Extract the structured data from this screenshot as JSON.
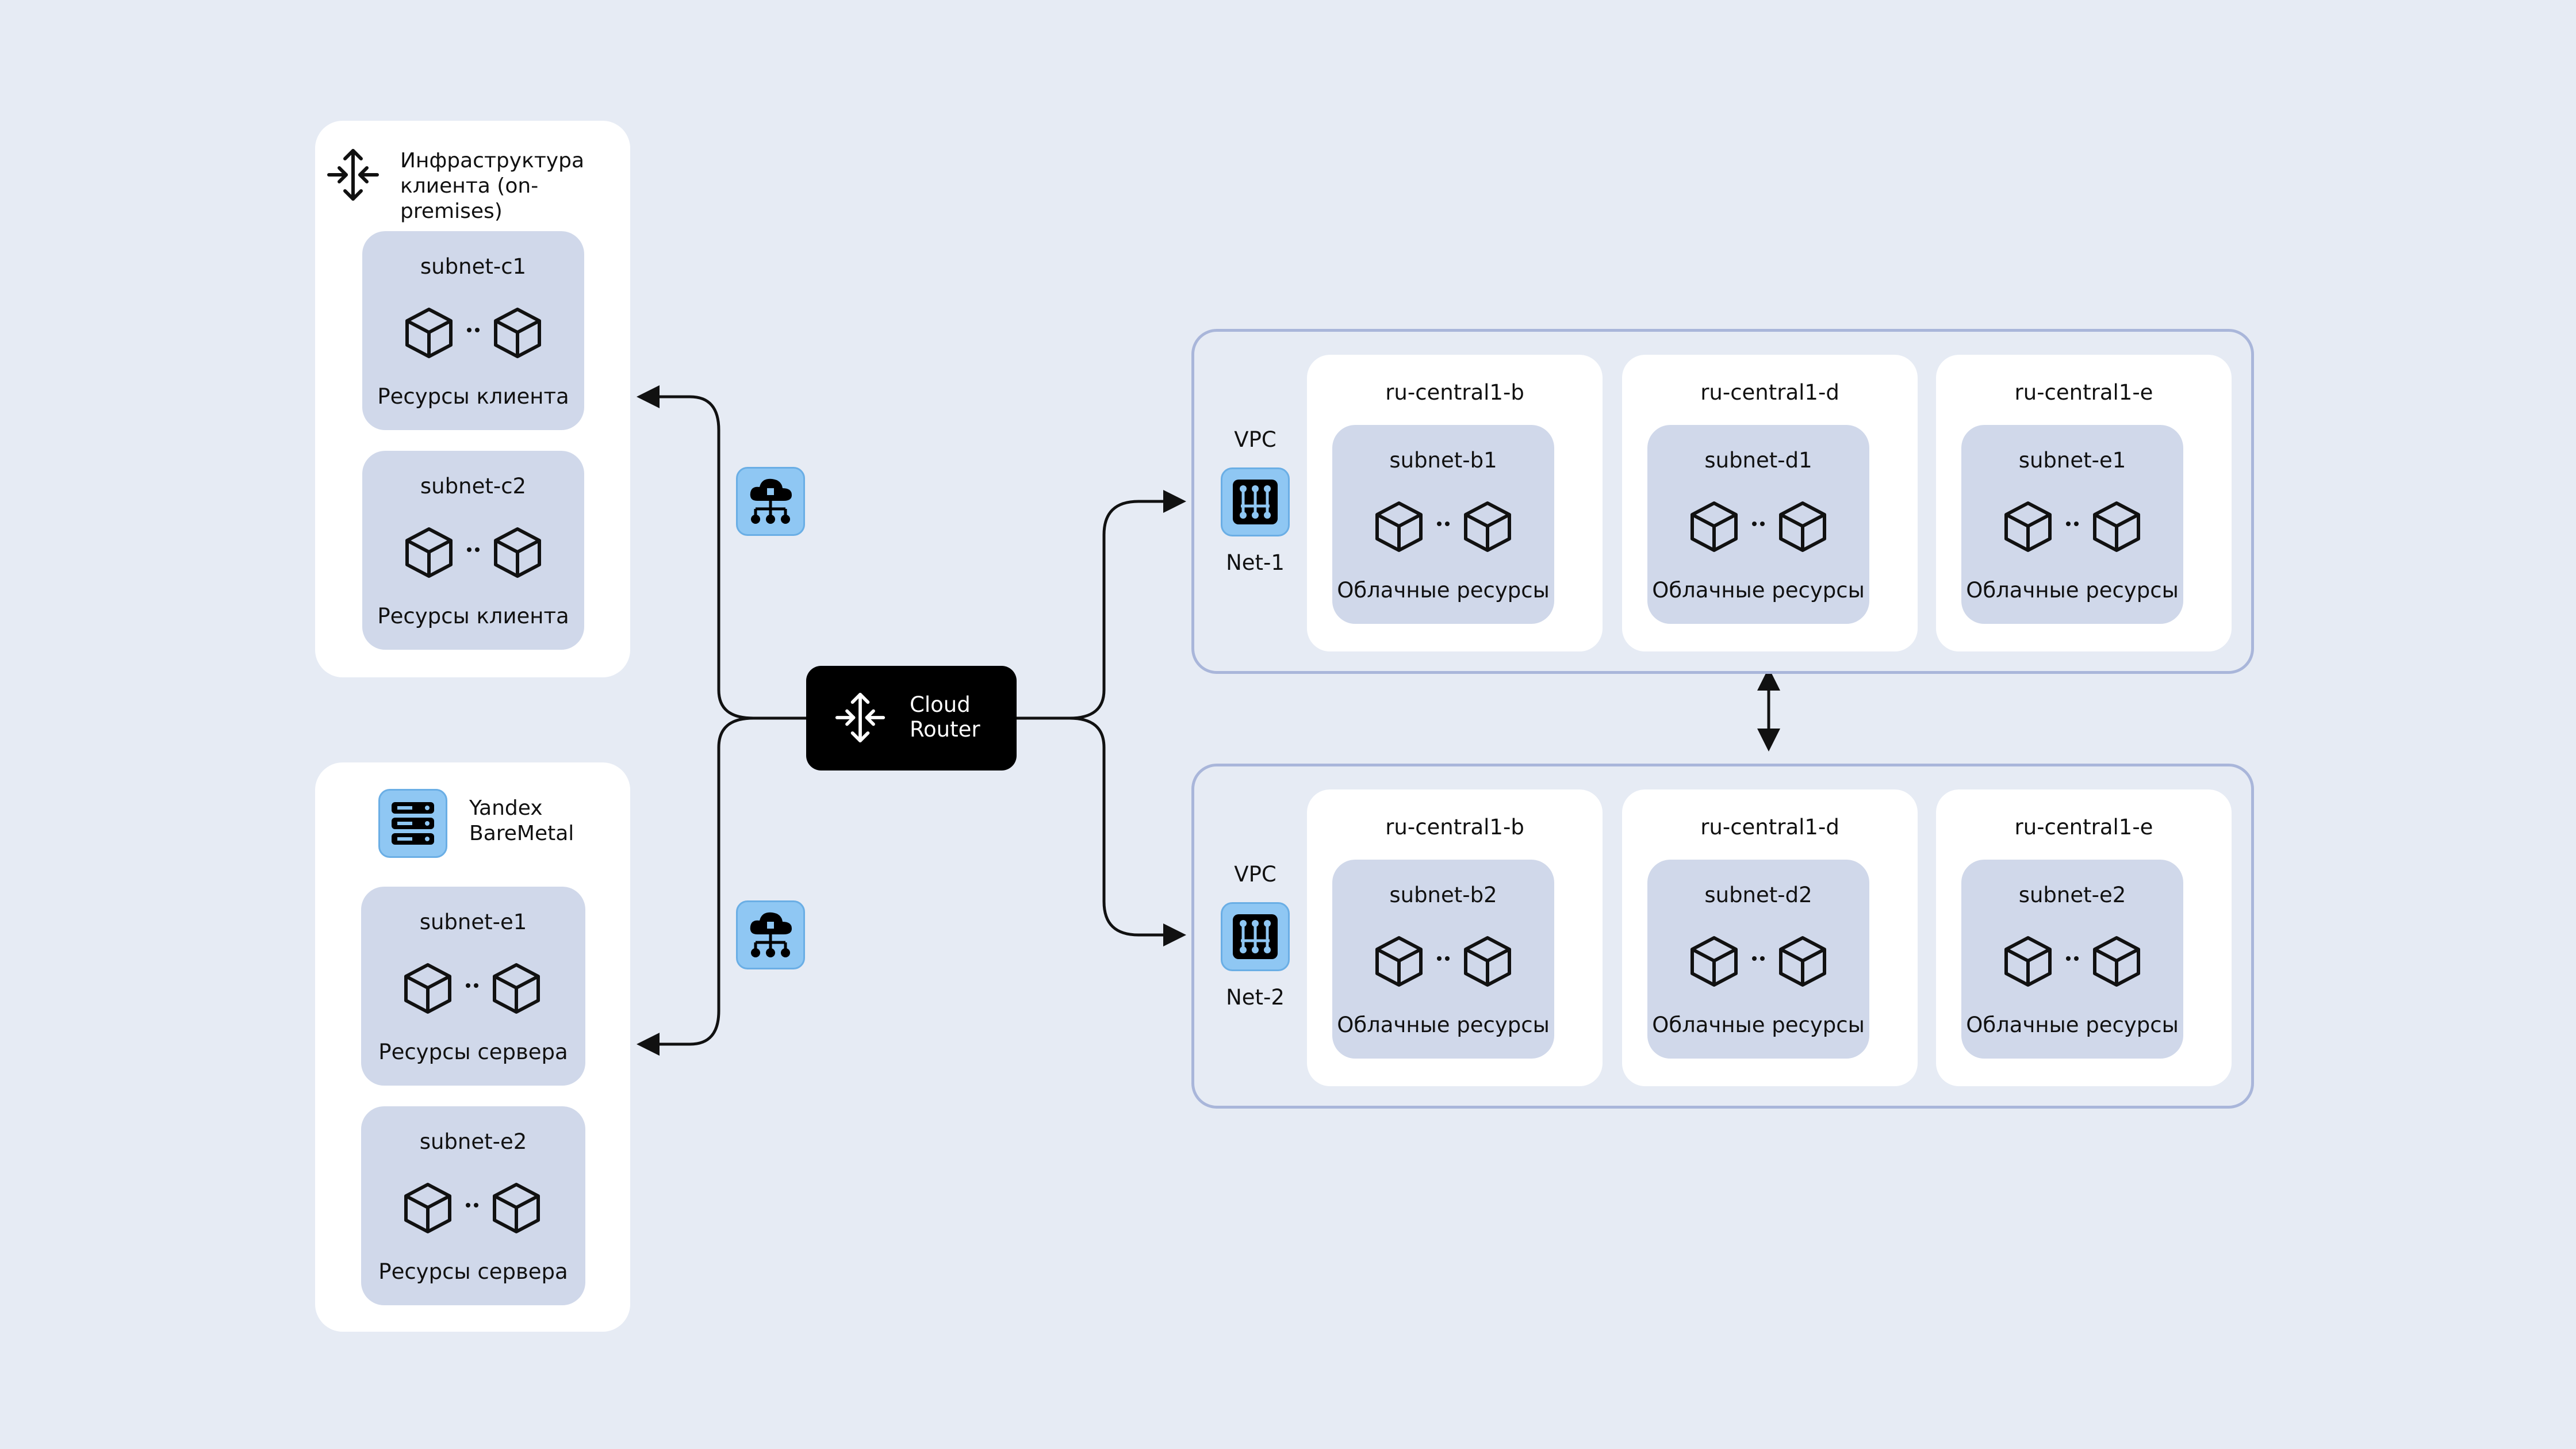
{
  "onprem": {
    "title_line1": "Инфраструктура",
    "title_line2": "клиента (on-premises)",
    "subnets": [
      {
        "name": "subnet-c1",
        "caption": "Ресурсы клиента"
      },
      {
        "name": "subnet-c2",
        "caption": "Ресурсы клиента"
      }
    ]
  },
  "baremetal": {
    "title_line1": "Yandex",
    "title_line2": "BareMetal",
    "subnets": [
      {
        "name": "subnet-e1",
        "caption": "Ресурсы сервера"
      },
      {
        "name": "subnet-e2",
        "caption": "Ресурсы сервера"
      }
    ]
  },
  "router": {
    "line1": "Cloud",
    "line2": "Router"
  },
  "vpcs": [
    {
      "label": "VPC",
      "net": "Net-1",
      "zones": [
        {
          "zone": "ru-central1-b",
          "subnet": "subnet-b1",
          "caption": "Облачные ресурсы"
        },
        {
          "zone": "ru-central1-d",
          "subnet": "subnet-d1",
          "caption": "Облачные ресурсы"
        },
        {
          "zone": "ru-central1-e",
          "subnet": "subnet-e1",
          "caption": "Облачные ресурсы"
        }
      ]
    },
    {
      "label": "VPC",
      "net": "Net-2",
      "zones": [
        {
          "zone": "ru-central1-b",
          "subnet": "subnet-b2",
          "caption": "Облачные ресурсы"
        },
        {
          "zone": "ru-central1-d",
          "subnet": "subnet-d2",
          "caption": "Облачные ресурсы"
        },
        {
          "zone": "ru-central1-e",
          "subnet": "subnet-e2",
          "caption": "Облачные ресурсы"
        }
      ]
    }
  ],
  "colors": {
    "background": "#e6ebf4",
    "panel": "#ffffff",
    "subnet": "#d0d8ea",
    "vpc_border": "#a9b6da",
    "icon_tile": "#8fc7f3",
    "router": "#000000"
  },
  "icons": {
    "onprem": "router-arrows-icon",
    "baremetal": "server-rack-icon",
    "interconnect": "cloud-network-icon",
    "vpc": "vpc-network-icon",
    "resource": "cube-icon"
  }
}
